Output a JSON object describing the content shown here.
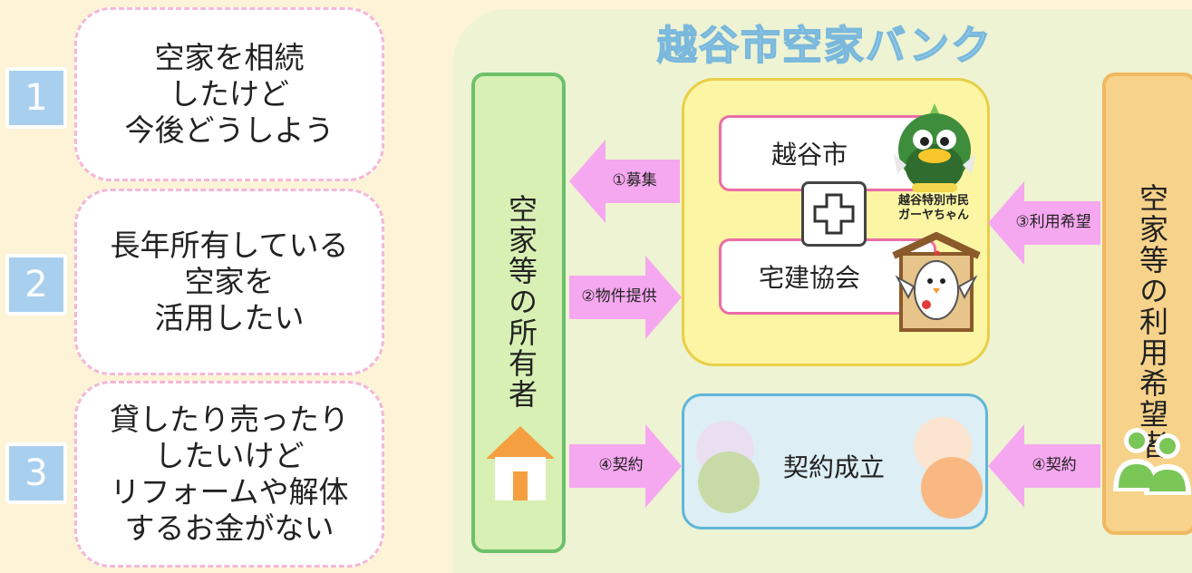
{
  "concerns": [
    {
      "num": "1",
      "text": "空家を相続\nしたけど\n今後どうしよう"
    },
    {
      "num": "2",
      "text": "長年所有している\n空家を\n活用したい"
    },
    {
      "num": "3",
      "text": "貸したり売ったり\nしたいけど\nリフォームや解体\nするお金がない"
    }
  ],
  "bank": {
    "title": "越谷市空家バンク",
    "owner_label": "空家等の所有者",
    "user_label": "空家等の利用希望者",
    "city_label": "越谷市",
    "realestate_label": "宅建協会",
    "mascot1_caption": "越谷特別市民\nガーヤちゃん",
    "contract_label": "契約成立",
    "steps": {
      "recruit": "①募集",
      "property": "②物件提供",
      "apply": "③利用希望",
      "contract_left": "④契約",
      "contract_right": "④契約"
    }
  },
  "colors": {
    "pink_arrow": "#f5a8ef",
    "owner_green": "#d8f0b4",
    "user_orange": "#f7d28a",
    "number_blue": "#a9cfee"
  }
}
